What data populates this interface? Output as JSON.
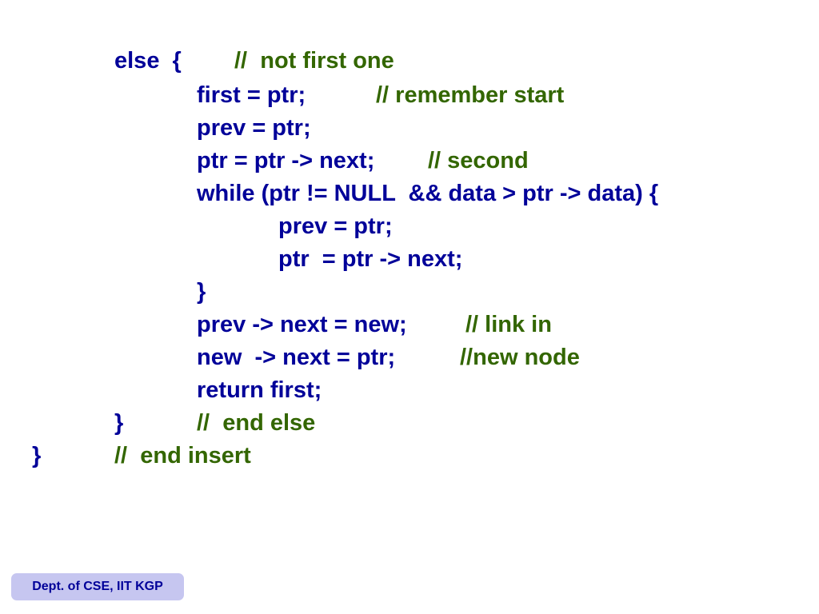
{
  "slide": {
    "lines": [
      {
        "code": "else  {",
        "comment": "//  not first one"
      },
      {
        "code": "first = ptr;",
        "comment": "// remember start"
      },
      {
        "code": "prev = ptr;",
        "comment": ""
      },
      {
        "code": "ptr = ptr -> next;",
        "comment": "// second"
      },
      {
        "code": "while (ptr != NULL  && data > ptr -> data) {",
        "comment": ""
      },
      {
        "code": "prev = ptr;",
        "comment": ""
      },
      {
        "code": "ptr  = ptr -> next;",
        "comment": ""
      },
      {
        "code": "}",
        "comment": ""
      },
      {
        "code": "prev -> next = new;",
        "comment": "// link in"
      },
      {
        "code": "new  -> next = ptr;",
        "comment": "//new node"
      },
      {
        "code": "return first;",
        "comment": ""
      },
      {
        "code": "}",
        "comment": "//  end else"
      },
      {
        "code": "}",
        "comment": "//  end insert"
      }
    ],
    "footer": "Dept. of CSE, IIT KGP",
    "colors": {
      "code": "#000099",
      "comment": "#336600",
      "footer_bg": "#c6c6f0"
    }
  }
}
